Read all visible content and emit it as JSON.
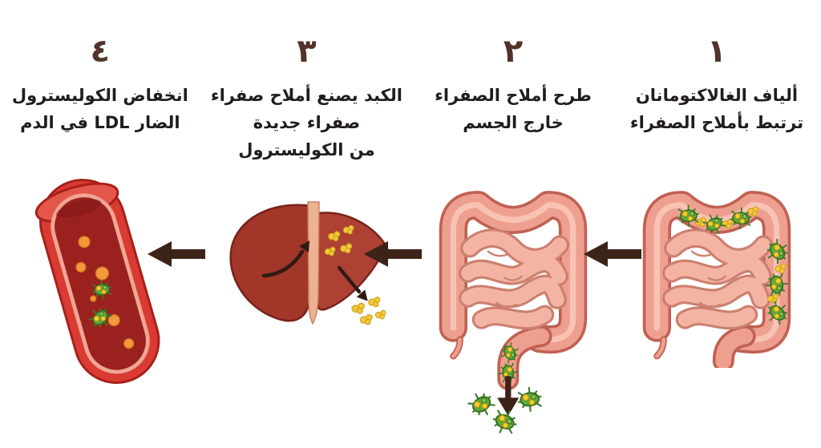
{
  "diagram": {
    "language": "ar",
    "direction": "rtl",
    "steps": [
      {
        "number": "١",
        "caption_lines": [
          "ألياف الغالاكتومانان",
          "ترتبط بأملاح الصفراء"
        ],
        "illustration": "intestines-with-bound-fibers"
      },
      {
        "number": "٢",
        "caption_lines": [
          "طرح أملاح الصفراء",
          "خارج الجسم"
        ],
        "illustration": "intestines-excreting-bile-salts"
      },
      {
        "number": "٣",
        "caption_lines": [
          "الكبد يصنع أملاح صفراء",
          "صفراء جديدة",
          "من الكوليسترول"
        ],
        "illustration": "liver-making-new-bile-salts"
      },
      {
        "number": "٤",
        "caption_lines": [
          "انخفاض الكوليسترول",
          "الضار LDL في الدم"
        ],
        "illustration": "blood-vessel-lower-ldl"
      }
    ],
    "icons": {
      "flow_arrow": "left-arrow-icon",
      "excretion_arrow": "down-arrow-icon",
      "fiber": "fiber-cluster-icon",
      "bile_salt": "bile-salt-clump-icon"
    },
    "colors": {
      "background": "#FFFFFF",
      "text": "#211D1C",
      "step_number": "#523329",
      "flow_arrow": "#3C2318",
      "intestine_fill": "#EF9F90",
      "intestine_outline": "#C06152",
      "small_intestine_fill": "#F3B4A4",
      "liver_left_lobe": "#A13629",
      "liver_right_lobe": "#AC4134",
      "liver_ligament": "#EDB28F",
      "vessel_wall": "#D93A31",
      "vessel_interior": "#9B211E",
      "vessel_rim": "#EFA695",
      "fiber_green": "#5FA83C",
      "bile_yellow": "#F2C93C",
      "ldl_orange": "#F29A3B"
    }
  }
}
